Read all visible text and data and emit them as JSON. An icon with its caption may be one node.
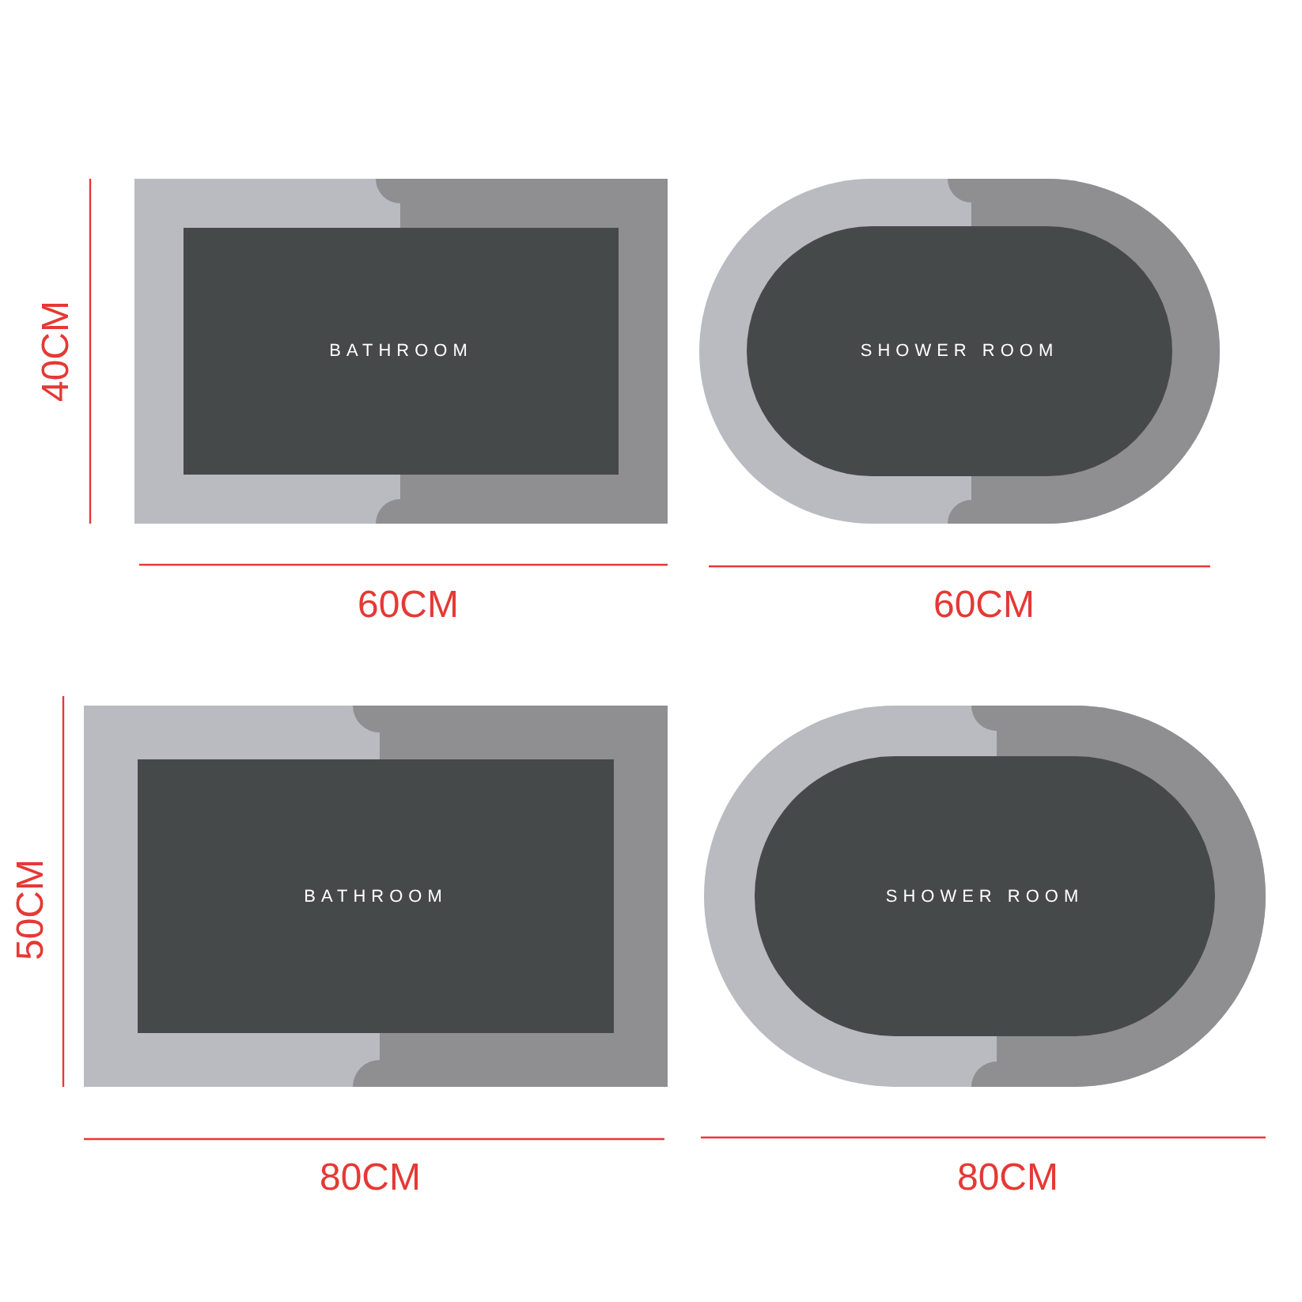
{
  "diagram": {
    "nodes": [
      {
        "text": [
          "BATHROOM"
        ]
      },
      {
        "text": [
          "SHOWER ROOM"
        ]
      },
      {
        "text": [
          "BATHROOM"
        ]
      },
      {
        "text": [
          "SHOWER ROOM"
        ]
      }
    ],
    "labels": [
      "40CM",
      "60CM",
      "60CM",
      "50CM",
      "80CM",
      "80CM"
    ]
  }
}
